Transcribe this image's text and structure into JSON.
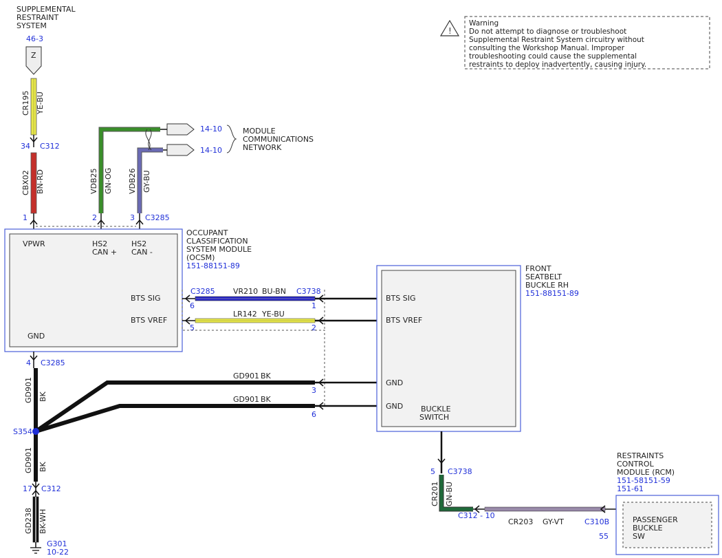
{
  "top_left": {
    "system_title": [
      "SUPPLEMENTAL",
      "RESTRAINT",
      "SYSTEM"
    ],
    "system_ref": "46-3",
    "connector_letter": "Z",
    "circuit": "CR195",
    "circuit_color": "YE-BU",
    "pin": "34",
    "connector": "C312",
    "circuit2": "CBX02",
    "circuit2_color": "BN-RD"
  },
  "warning": {
    "title": "Warning",
    "lines": [
      "Do not attempt to diagnose or troubleshoot",
      "Supplemental Restraint System circuitry without",
      "consulting the Workshop Manual. Improper",
      "troubleshooting could cause the supplemental",
      "restraints to deploy inadvertently, causing injury."
    ]
  },
  "network": {
    "ref1": "14-10",
    "ref2": "14-10",
    "label": [
      "MODULE",
      "COMMUNICATIONS",
      "NETWORK"
    ],
    "wire1": "VDB25",
    "wire1_color": "GN-OG",
    "wire2": "VDB26",
    "wire2_color": "GY-BU"
  },
  "ocsm": {
    "pins_top": [
      "1",
      "2",
      "3"
    ],
    "connector": "C3285",
    "name": [
      "OCCUPANT",
      "CLASSIFICATION",
      "SYSTEM MODULE",
      "(OCSM)"
    ],
    "part": "151-88151-89",
    "vpwr": "VPWR",
    "hs2_plus": [
      "HS2",
      "CAN +"
    ],
    "hs2_minus": [
      "HS2",
      "CAN -"
    ],
    "bts_sig": "BTS SIG",
    "bts_vref": "BTS VREF",
    "gnd": "GND",
    "gnd_pin": "4",
    "gnd_connector": "C3285"
  },
  "wires_mid": {
    "left_connector": "C3285",
    "right_connector": "C3738",
    "sig_left_pin": "6",
    "sig_right_pin": "1",
    "sig_circuit": "VR210",
    "sig_color": "BU-BN",
    "vref_left_pin": "5",
    "vref_right_pin": "2",
    "vref_circuit": "LR142",
    "vref_color": "YE-BU",
    "gnd1_circuit": "GD901",
    "gnd1_color": "BK",
    "gnd1_pin": "3",
    "gnd2_circuit": "GD901",
    "gnd2_color": "BK",
    "gnd2_pin": "6"
  },
  "buckle": {
    "name": [
      "FRONT",
      "SEATBELT",
      "BUCKLE RH"
    ],
    "part": "151-88151-89",
    "bts_sig": "BTS SIG",
    "bts_vref": "BTS VREF",
    "gnd1": "GND",
    "gnd2": "GND",
    "switch": [
      "BUCKLE",
      "SWITCH"
    ],
    "pin_out": "5",
    "connector_out": "C3738",
    "circuit": "CR201",
    "circuit_color": "GN-BU"
  },
  "ground": {
    "circuit_upper": "GD901",
    "color_upper": "BK",
    "splice": "S354",
    "circuit_lower": "GD901",
    "color_lower": "BK",
    "pin": "17",
    "connector": "C312",
    "circuit_ground": "GD238",
    "color_ground": "BK-WH",
    "ground_id": "G301",
    "ground_ref": "10-22"
  },
  "rcm": {
    "name": [
      "RESTRAINTS",
      "CONTROL",
      "MODULE (RCM)"
    ],
    "part1": "151-58151-59",
    "part2": "151-61",
    "inner": [
      "PASSENGER",
      "BUCKLE",
      "SW"
    ],
    "connector": "C310B",
    "pin": "55",
    "ref": "C312 - 10",
    "circuit": "CR203",
    "circuit_color": "GY-VT"
  },
  "colors": {
    "blue_label": "#1f2fd8",
    "module_border": "#4a5fd8",
    "module_fill": "#f2f2f2",
    "ye_bu": "#e8e84a",
    "bn_rd": "#c4302b",
    "gn_og": "#3a8f2a",
    "gy_bu": "#6b6bb5",
    "bu_bn": "#2323c8",
    "gn_bu": "#1f6a3a",
    "gy_vt": "#8f7fa0",
    "bk": "#111111"
  }
}
